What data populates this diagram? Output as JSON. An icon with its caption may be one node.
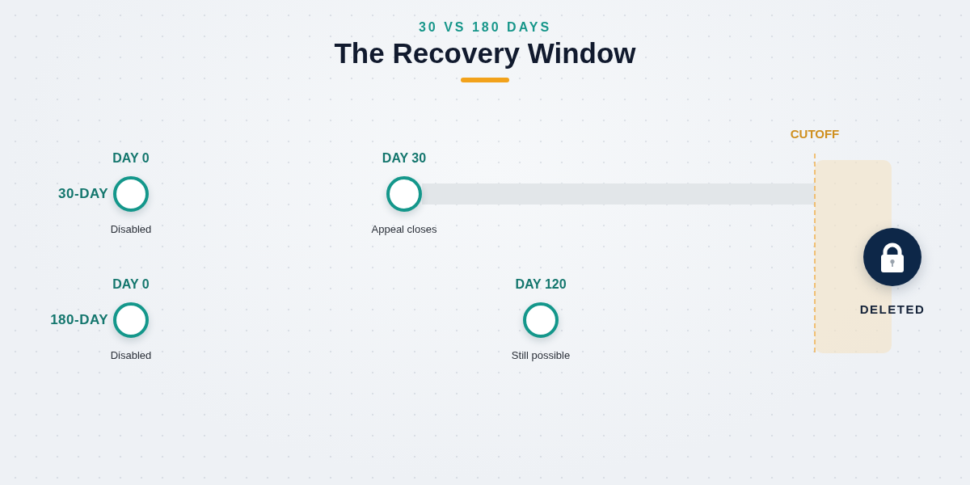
{
  "diagram": {
    "title": "The Recovery Window",
    "nodes": [
      {
        "text": [],
        "shape": "circle",
        "beside": [
          "DAY 0",
          "Disabled"
        ]
      },
      {
        "text": [],
        "shape": "circle",
        "beside": [
          "DAY 30",
          "Appeal closes"
        ]
      },
      {
        "text": [],
        "shape": "circle",
        "beside": [
          "DAY 0",
          "Disabled"
        ]
      },
      {
        "text": [],
        "shape": "circle",
        "beside": [
          "DAY 120",
          "Still possible"
        ]
      },
      {
        "text": [],
        "shape": "box",
        "beside": [
          "CUTOFF"
        ]
      },
      {
        "text": [],
        "shape": "circle"
      }
    ],
    "edges": [
      {
        "from": 0,
        "to": 1,
        "arrow": "none"
      },
      {
        "from": 1,
        "to": 4,
        "arrow": "none",
        "color": "#e2e6e9"
      },
      {
        "from": 2,
        "to": 3,
        "arrow": "none"
      },
      {
        "from": 3,
        "to": 4,
        "arrow": "none"
      }
    ],
    "labels": [
      "30 VS 180 DAYS",
      "30-DAY",
      "DELETED",
      "180-DAY"
    ]
  }
}
